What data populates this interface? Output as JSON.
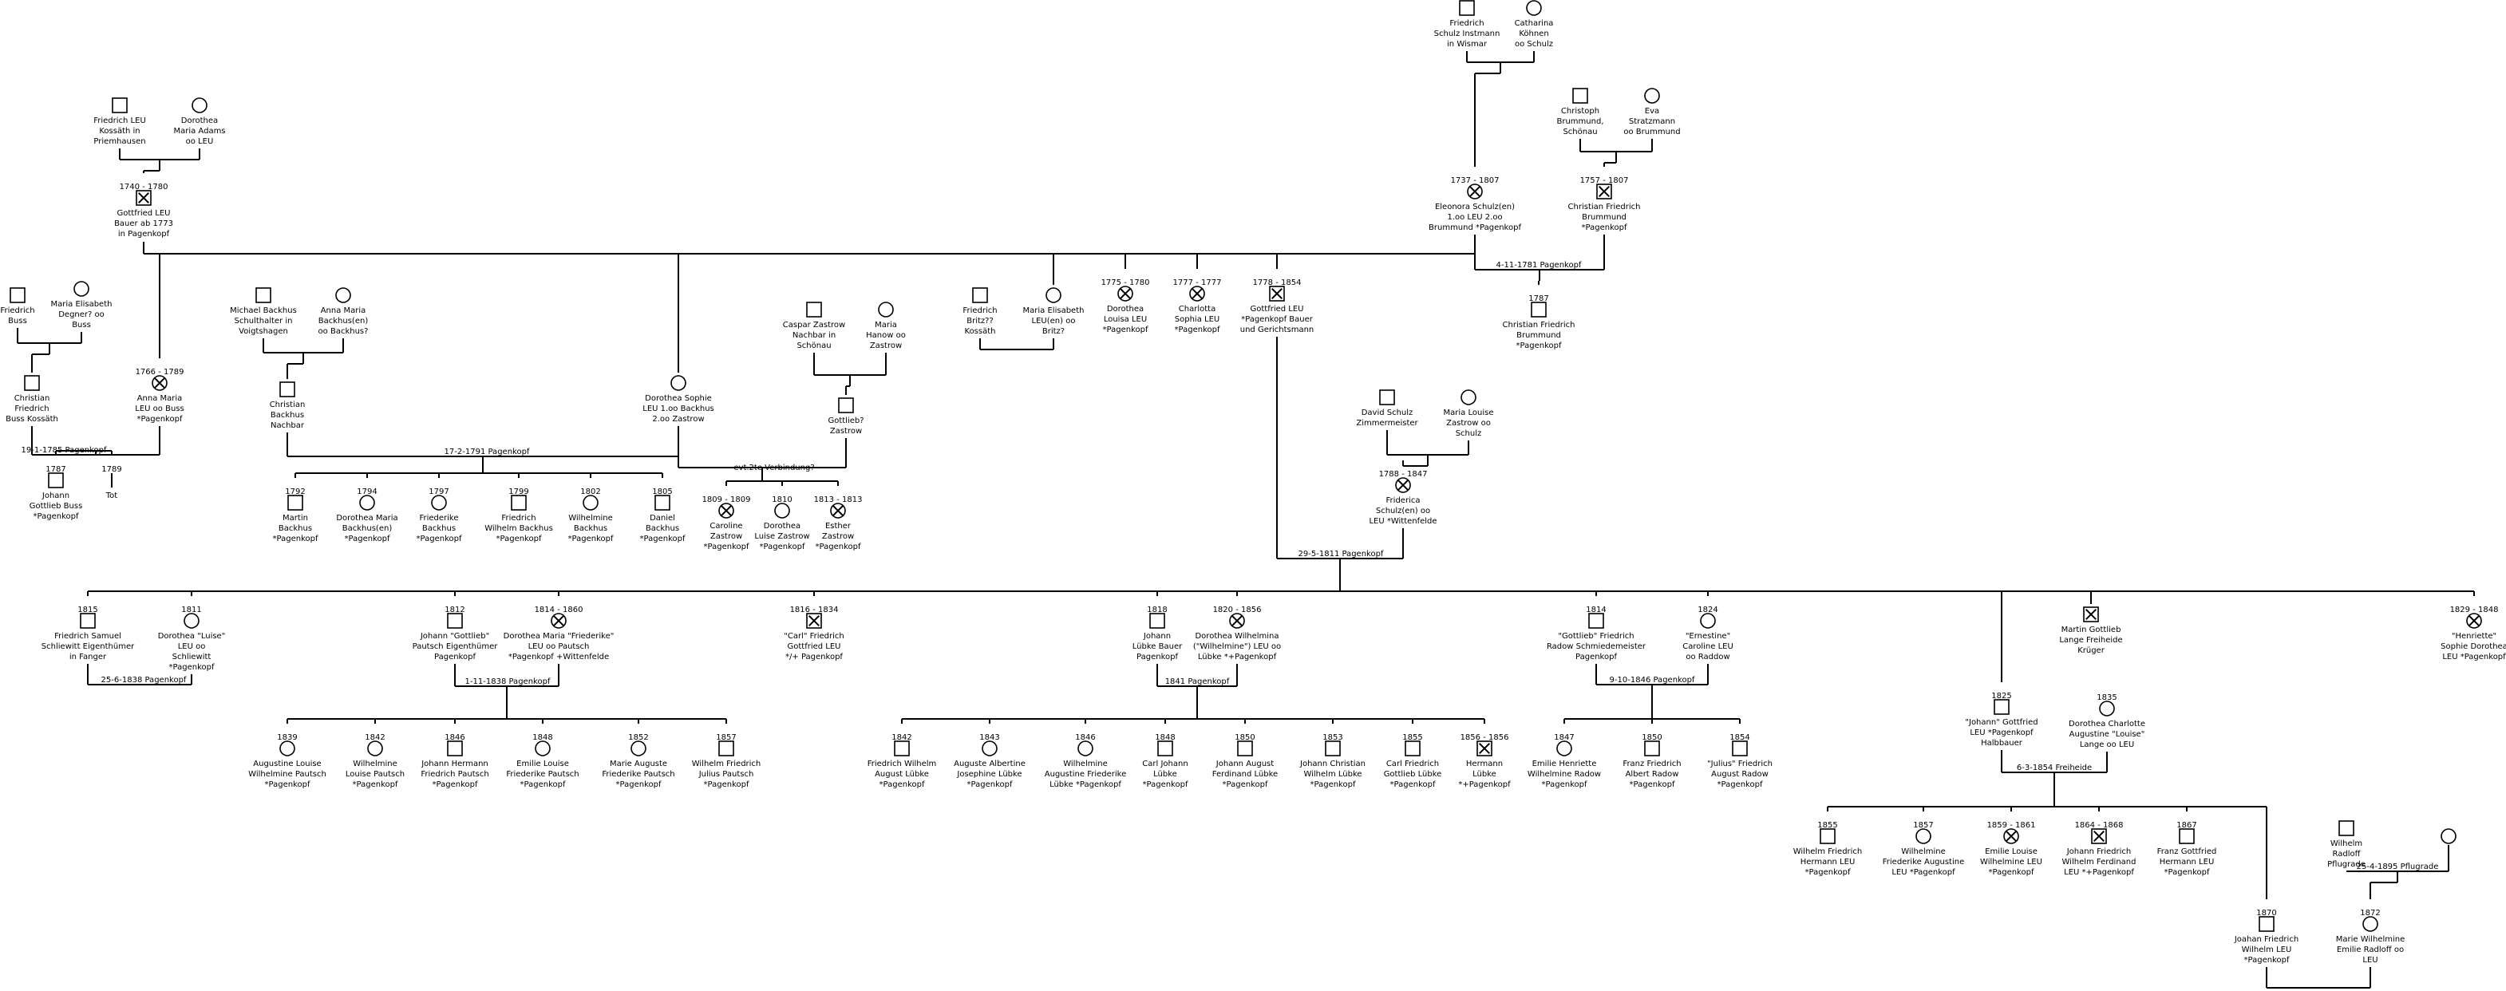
{
  "people": [
    {
      "id": "schulz_f",
      "sex": "m",
      "label": "Friedrich\nSchulz Instmann\nin Wismar"
    },
    {
      "id": "kohnen_c",
      "sex": "f",
      "label": "Catharina\nKöhnen\noo Schulz"
    },
    {
      "id": "brummund_c",
      "sex": "m",
      "label": "Christoph\nBrummund,\nSchönau"
    },
    {
      "id": "stratzmann_e",
      "sex": "f",
      "label": "Eva\nStratzmann\noo Brummund"
    },
    {
      "id": "leu_fk",
      "sex": "m",
      "label": "Friedrich LEU\nKossäth in\nPriemhausen"
    },
    {
      "id": "adams_d",
      "sex": "f",
      "label": "Dorothea\nMaria Adams\noo LEU"
    },
    {
      "id": "leu_g1740",
      "sex": "md",
      "dates": "1740 - 1780",
      "label": "Gottfried LEU\nBauer ab 1773\nin Pagenkopf"
    },
    {
      "id": "schulz_e",
      "sex": "fd",
      "dates": "1737 - 1807",
      "label": "Eleonora Schulz(en)\n1.oo LEU 2.oo\nBrummund *Pagenkopf"
    },
    {
      "id": "brummund_cf",
      "sex": "md",
      "dates": "1757 - 1807",
      "label": "Christian Friedrich\nBrummund\n*Pagenkopf"
    },
    {
      "id": "buss_f",
      "sex": "m",
      "label": "Friedrich\nBuss"
    },
    {
      "id": "degner_me",
      "sex": "f",
      "label": "Maria Elisabeth\nDegner? oo\nBuss"
    },
    {
      "id": "buss_cf",
      "sex": "m",
      "label": "Christian\nFriedrich\nBuss Kossäth"
    },
    {
      "id": "leu_am",
      "sex": "fd",
      "dates": "1766 - 1789",
      "label": "Anna Maria\nLEU oo Buss\n*Pagenkopf"
    },
    {
      "id": "buss_j",
      "sex": "m",
      "dates": "1787",
      "label": "Johann\nGottlieb Buss\n*Pagenkopf"
    },
    {
      "id": "buss_tot",
      "sex": "none",
      "dates": "1789",
      "label": "Tot"
    },
    {
      "id": "backhus_m",
      "sex": "m",
      "label": "Michael Backhus\nSchulthalter in\nVoigtshagen"
    },
    {
      "id": "backhus_am",
      "sex": "f",
      "label": "Anna Maria\nBackhus(en)\noo Backhus?"
    },
    {
      "id": "backhus_c",
      "sex": "m",
      "label": "Christian\nBackhus\nNachbar"
    },
    {
      "id": "backhus_m1792",
      "sex": "m",
      "dates": "1792",
      "label": "Martin\nBackhus\n*Pagenkopf"
    },
    {
      "id": "backhus_dm1794",
      "sex": "f",
      "dates": "1794",
      "label": "Dorothea Maria\nBackhus(en)\n*Pagenkopf"
    },
    {
      "id": "backhus_f1797",
      "sex": "f",
      "dates": "1797",
      "label": "Friederike\nBackhus\n*Pagenkopf"
    },
    {
      "id": "backhus_fw1799",
      "sex": "m",
      "dates": "1799",
      "label": "Friedrich\nWilhelm Backhus\n*Pagenkopf"
    },
    {
      "id": "backhus_w1802",
      "sex": "f",
      "dates": "1802",
      "label": "Wilhelmine\nBackhus\n*Pagenkopf"
    },
    {
      "id": "backhus_d1805",
      "sex": "m",
      "dates": "1805",
      "label": "Daniel\nBackhus\n*Pagenkopf"
    },
    {
      "id": "leu_ds",
      "sex": "f",
      "label": "Dorothea Sophie\nLEU 1.oo Backhus\n2.oo Zastrow"
    },
    {
      "id": "zastrow_c",
      "sex": "m",
      "label": "Caspar Zastrow\nNachbar in\nSchönau"
    },
    {
      "id": "hanow_m",
      "sex": "f",
      "label": "Maria\nHanow oo\nZastrow"
    },
    {
      "id": "zastrow_g",
      "sex": "m",
      "label": "Gottlieb?\nZastrow"
    },
    {
      "id": "zastrow_c1809",
      "sex": "fd",
      "dates": "1809 - 1809",
      "label": "Caroline\nZastrow\n*Pagenkopf"
    },
    {
      "id": "zastrow_dl1810",
      "sex": "f",
      "dates": "1810",
      "label": "Dorothea\nLuise Zastrow\n*Pagenkopf"
    },
    {
      "id": "zastrow_e1813",
      "sex": "fd",
      "dates": "1813 - 1813",
      "label": "Esther\nZastrow\n*Pagenkopf"
    },
    {
      "id": "britz_f",
      "sex": "m",
      "label": "Friedrich\nBritz??\nKossäth"
    },
    {
      "id": "leu_me",
      "sex": "f",
      "label": "Maria Elisabeth\nLEU(en) oo\nBritz?"
    },
    {
      "id": "leu_dl",
      "sex": "fd",
      "dates": "1775 - 1780",
      "label": "Dorothea\nLouisa LEU\n*Pagenkopf"
    },
    {
      "id": "leu_cs",
      "sex": "fd",
      "dates": "1777 - 1777",
      "label": "Charlotta\nSophia LEU\n*Pagenkopf"
    },
    {
      "id": "leu_g1778",
      "sex": "md",
      "dates": "1778 - 1854",
      "label": "Gottfried LEU\n*Pagenkopf Bauer\nund Gerichtsmann"
    },
    {
      "id": "brummund_cf1787",
      "sex": "m",
      "dates": "1787",
      "label": "Christian Friedrich\nBrummund\n*Pagenkopf"
    },
    {
      "id": "schulz_d",
      "sex": "m",
      "label": "David Schulz\nZimmermeister"
    },
    {
      "id": "zastrow_ml",
      "sex": "f",
      "label": "Maria Louise\nZastrow oo\nSchulz"
    },
    {
      "id": "schulz_fr",
      "sex": "fd",
      "dates": "1788 - 1847",
      "label": "Friderica\nSchulz(en) oo\nLEU *Wittenfelde"
    },
    {
      "id": "leu_fs1815",
      "sex": "m",
      "dates": "1815",
      "label": "Friedrich Samuel\nSchliewitt Eigenthümer\nin Fanger"
    },
    {
      "id": "leu_dl1811",
      "sex": "f",
      "dates": "1811",
      "label": "Dorothea \"Luise\"\nLEU oo\nSchliewitt\n*Pagenkopf"
    },
    {
      "id": "pautsch_j",
      "sex": "m",
      "dates": "1812",
      "label": "Johann \"Gottlieb\"\nPautsch Eigenthümer\nPagenkopf"
    },
    {
      "id": "leu_dmf",
      "sex": "fd",
      "dates": "1814 - 1860",
      "label": "Dorothea Maria \"Friederike\"\nLEU oo Pautsch\n*Pagenkopf +Wittenfelde"
    },
    {
      "id": "leu_cf1816",
      "sex": "md",
      "dates": "1816 - 1834",
      "label": "\"Carl\" Friedrich\nGottfried LEU\n*/+ Pagenkopf"
    },
    {
      "id": "lubke_j",
      "sex": "m",
      "dates": "1818",
      "label": "Johann\nLübke Bauer\nPagenkopf"
    },
    {
      "id": "leu_dw",
      "sex": "fd",
      "dates": "1820 - 1856",
      "label": "Dorothea Wilhelmina\n(\"Wilhelmine\") LEU oo\nLübke *+Pagenkopf"
    },
    {
      "id": "raddow_gf",
      "sex": "m",
      "dates": "1814",
      "label": "\"Gottlieb\" Friedrich\nRadow Schmiedemeister\nPagenkopf"
    },
    {
      "id": "leu_ec",
      "sex": "f",
      "dates": "1824",
      "label": "\"Ernestine\"\nCaroline LEU\noo Raddow"
    },
    {
      "id": "leu_jg",
      "sex": "m",
      "dates": "1825",
      "label": "\"Johann\" Gottfried\nLEU *Pagenkopf\nHalbbauer"
    },
    {
      "id": "kruger_mg",
      "sex": "md",
      "label": "Martin Gottlieb\nLange Freiheide\nKrüger"
    },
    {
      "id": "lange_dc",
      "sex": "f",
      "dates": "1835",
      "label": "Dorothea Charlotte\nAugustine \"Louise\"\nLange oo LEU"
    },
    {
      "id": "leu_h1829",
      "sex": "fd",
      "dates": "1829 - 1848",
      "label": "\"Henriette\"\nSophie Dorothea\nLEU *Pagenkopf"
    },
    {
      "id": "pautsch_al",
      "sex": "f",
      "dates": "1839",
      "label": "Augustine Louise\nWilhelmine Pautsch\n*Pagenkopf"
    },
    {
      "id": "pautsch_wl",
      "sex": "f",
      "dates": "1842",
      "label": "Wilhelmine\nLouise Pautsch\n*Pagenkopf"
    },
    {
      "id": "pautsch_jh",
      "sex": "m",
      "dates": "1846",
      "label": "Johann Hermann\nFriedrich Pautsch\n*Pagenkopf"
    },
    {
      "id": "pautsch_el",
      "sex": "f",
      "dates": "1848",
      "label": "Emilie Louise\nFriederike Pautsch\n*Pagenkopf"
    },
    {
      "id": "pautsch_ma",
      "sex": "f",
      "dates": "1852",
      "label": "Marie Auguste\nFriederike Pautsch\n*Pagenkopf"
    },
    {
      "id": "pautsch_wf",
      "sex": "m",
      "dates": "1857",
      "label": "Wilhelm Friedrich\nJulius Pautsch\n*Pagenkopf"
    },
    {
      "id": "lubke_fw",
      "sex": "m",
      "dates": "1842",
      "label": "Friedrich Wilhelm\nAugust Lübke\n*Pagenkopf"
    },
    {
      "id": "lubke_aa",
      "sex": "f",
      "dates": "1843",
      "label": "Auguste Albertine\nJosephine Lübke\n*Pagenkopf"
    },
    {
      "id": "lubke_wa",
      "sex": "f",
      "dates": "1846",
      "label": "Wilhelmine\nAugustine Friederike\nLübke *Pagenkopf"
    },
    {
      "id": "lubke_cj",
      "sex": "m",
      "dates": "1848",
      "label": "Carl Johann\nLübke\n*Pagenkopf"
    },
    {
      "id": "lubke_ja",
      "sex": "m",
      "dates": "1850",
      "label": "Johann August\nFerdinand Lübke\n*Pagenkopf"
    },
    {
      "id": "lubke_jc",
      "sex": "m",
      "dates": "1853",
      "label": "Johann Christian\nWilhelm Lübke\n*Pagenkopf"
    },
    {
      "id": "lubke_cf",
      "sex": "m",
      "dates": "1855",
      "label": "Carl Friedrich\nGottlieb Lübke\n*Pagenkopf"
    },
    {
      "id": "lubke_h",
      "sex": "md",
      "dates": "1856 - 1856",
      "label": "Hermann\nLübke\n*+Pagenkopf"
    },
    {
      "id": "raddow_eh",
      "sex": "f",
      "dates": "1847",
      "label": "Emilie Henriette\nWilhelmine Radow\n*Pagenkopf"
    },
    {
      "id": "raddow_fa",
      "sex": "m",
      "dates": "1850",
      "label": "Franz Friedrich\nAlbert Radow\n*Pagenkopf"
    },
    {
      "id": "raddow_ja",
      "sex": "m",
      "dates": "1854",
      "label": "\"Julius\" Friedrich\nAugust Radow\n*Pagenkopf"
    },
    {
      "id": "leu_wfh",
      "sex": "m",
      "dates": "1855",
      "label": "Wilhelm Friedrich\nHermann LEU\n*Pagenkopf"
    },
    {
      "id": "leu_wfa",
      "sex": "f",
      "dates": "1857",
      "label": "Wilhelmine\nFriederike Augustine\nLEU *Pagenkopf"
    },
    {
      "id": "leu_elw",
      "sex": "fd",
      "dates": "1859 - 1861",
      "label": "Emilie Louise\nWilhelmine LEU\n*Pagenkopf"
    },
    {
      "id": "leu_jfwf",
      "sex": "md",
      "dates": "1864 - 1868",
      "label": "Johann Friedrich\nWilhelm Ferdinand\nLEU *+Pagenkopf"
    },
    {
      "id": "leu_fgh",
      "sex": "m",
      "dates": "1867",
      "label": "Franz Gottfried\nHermann LEU\n*Pagenkopf"
    },
    {
      "id": "leu_jfw1870",
      "sex": "m",
      "dates": "1870",
      "label": "Joahan Friedrich\nWilhelm LEU\n*Pagenkopf"
    },
    {
      "id": "radloff_w",
      "sex": "m",
      "label": "Wilhelm\nRadloff\nPflugrade"
    },
    {
      "id": "radloff_mw",
      "sex": "f",
      "dates": "1872",
      "label": "Marie Wilhelmine\nEmilie Radloff oo\nLEU"
    },
    {
      "id": "radloff_wife",
      "sex": "f",
      "label": ""
    }
  ],
  "unions": [
    {
      "id": "u_schulz",
      "label": ""
    },
    {
      "id": "u_brummund",
      "label": ""
    },
    {
      "id": "u_leu_adams",
      "label": ""
    },
    {
      "id": "u_buss",
      "label": ""
    },
    {
      "id": "u_leu_buss",
      "label": "19-1-1785 Pagenkopf"
    },
    {
      "id": "u_backhus_parents",
      "label": ""
    },
    {
      "id": "u_backhus",
      "label": "17-2-1791 Pagenkopf"
    },
    {
      "id": "u_zastrow_parents",
      "label": ""
    },
    {
      "id": "u_zastrow",
      "label": "evt.2te Verbindung?"
    },
    {
      "id": "u_britz",
      "label": ""
    },
    {
      "id": "u_brummund2",
      "label": "4-11-1781 Pagenkopf"
    },
    {
      "id": "u_schulz2",
      "label": ""
    },
    {
      "id": "u_leu_schulz",
      "label": "29-5-1811 Pagenkopf"
    },
    {
      "id": "u_schliewitt",
      "label": "25-6-1838 Pagenkopf"
    },
    {
      "id": "u_pautsch",
      "label": "1-11-1838 Pagenkopf"
    },
    {
      "id": "u_lubke",
      "label": "1841 Pagenkopf"
    },
    {
      "id": "u_raddow",
      "label": "9-10-1846 Pagenkopf"
    },
    {
      "id": "u_leu_lange",
      "label": "6-3-1854 Freiheide"
    },
    {
      "id": "u_radloff",
      "label": "25-4-1895 Pflugrade"
    }
  ]
}
